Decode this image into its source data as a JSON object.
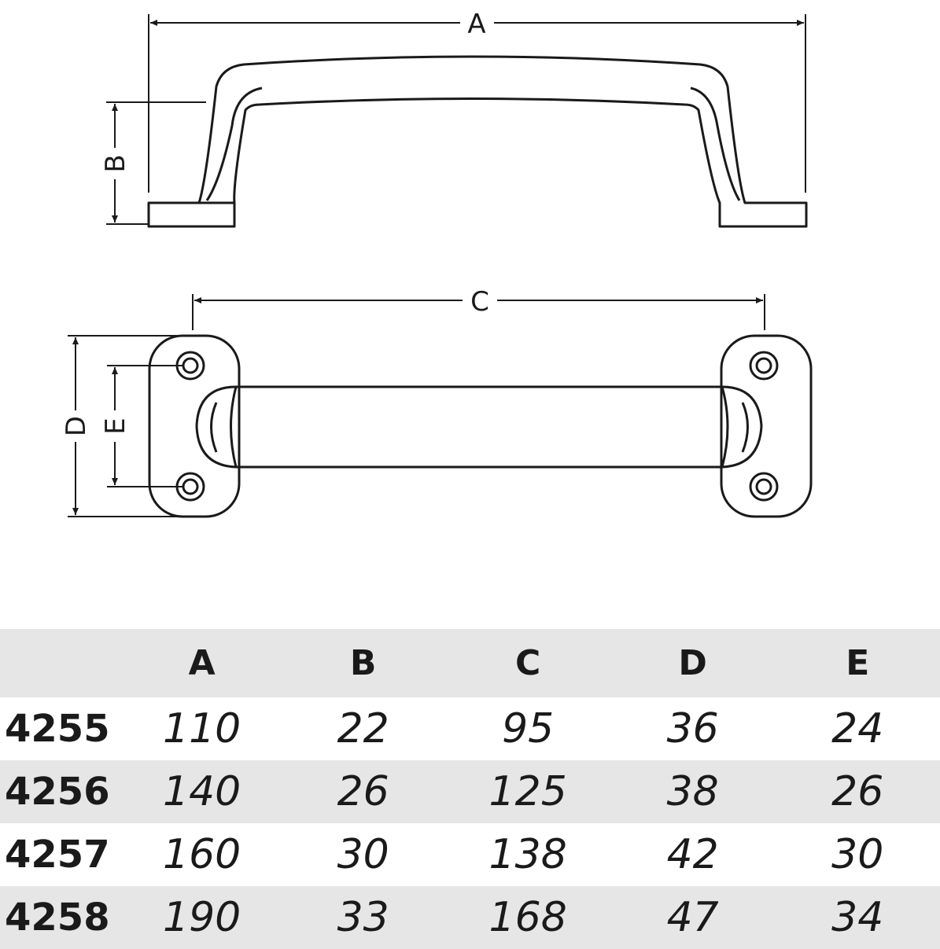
{
  "dimension_labels": {
    "A": "A",
    "B": "B",
    "C": "C",
    "D": "D",
    "E": "E"
  },
  "table": {
    "columns": [
      "",
      "A",
      "B",
      "C",
      "D",
      "E"
    ],
    "rows": [
      {
        "model": "4255",
        "A": "110",
        "B": "22",
        "C": "95",
        "D": "36",
        "E": "24"
      },
      {
        "model": "4256",
        "A": "140",
        "B": "26",
        "C": "125",
        "D": "38",
        "E": "26"
      },
      {
        "model": "4257",
        "A": "160",
        "B": "30",
        "C": "138",
        "D": "42",
        "E": "30"
      },
      {
        "model": "4258",
        "A": "190",
        "B": "33",
        "C": "168",
        "D": "47",
        "E": "34"
      }
    ]
  },
  "colors": {
    "line": "#1a1a1a",
    "row_shade": "#e6e6e6"
  }
}
